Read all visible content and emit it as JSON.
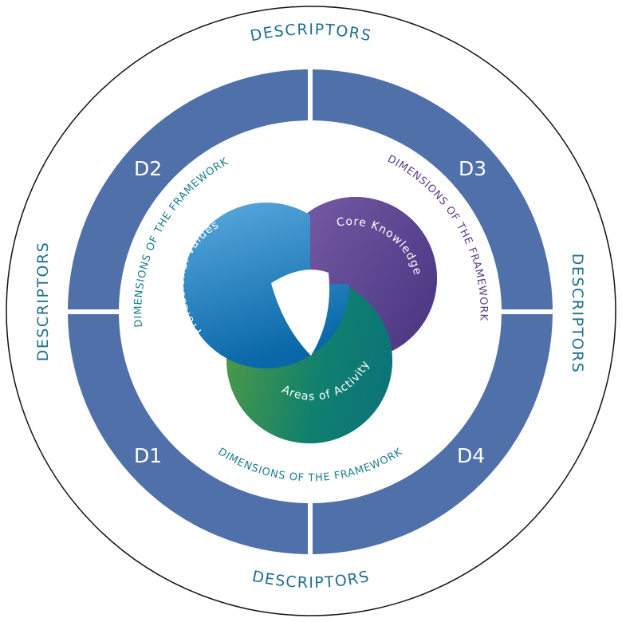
{
  "outer_labels": {
    "top": "DESCRIPTORS",
    "left": "DESCRIPTORS",
    "right": "DESCRIPTORS",
    "bottom": "DESCRIPTORS"
  },
  "quadrants": {
    "d1": "D1",
    "d2": "D2",
    "d3": "D3",
    "d4": "D4"
  },
  "dimension_labels": {
    "upper_left": "DIMENSIONS OF THE FRAMEWORK",
    "upper_right": "DIMENSIONS OF THE FRAMEWORK",
    "bottom": "DIMENSIONS OF THE FRAMEWORK"
  },
  "core": {
    "professional_values": "Professional Values",
    "core_knowledge": "Core Knowledge",
    "areas_of_activity": "Areas of Activity"
  },
  "colors": {
    "ring": "#5070aa",
    "descriptor_text": "#1f6f8b",
    "dim_teal": "#1a7d8c",
    "dim_purple": "#5b3d87",
    "blue_light": "#5aaadf",
    "blue_dark": "#0a68a8",
    "purple_light": "#7b5ea8",
    "purple_dark": "#4f3a86",
    "green_light": "#4e9a46",
    "green_dark": "#0c7a78"
  }
}
